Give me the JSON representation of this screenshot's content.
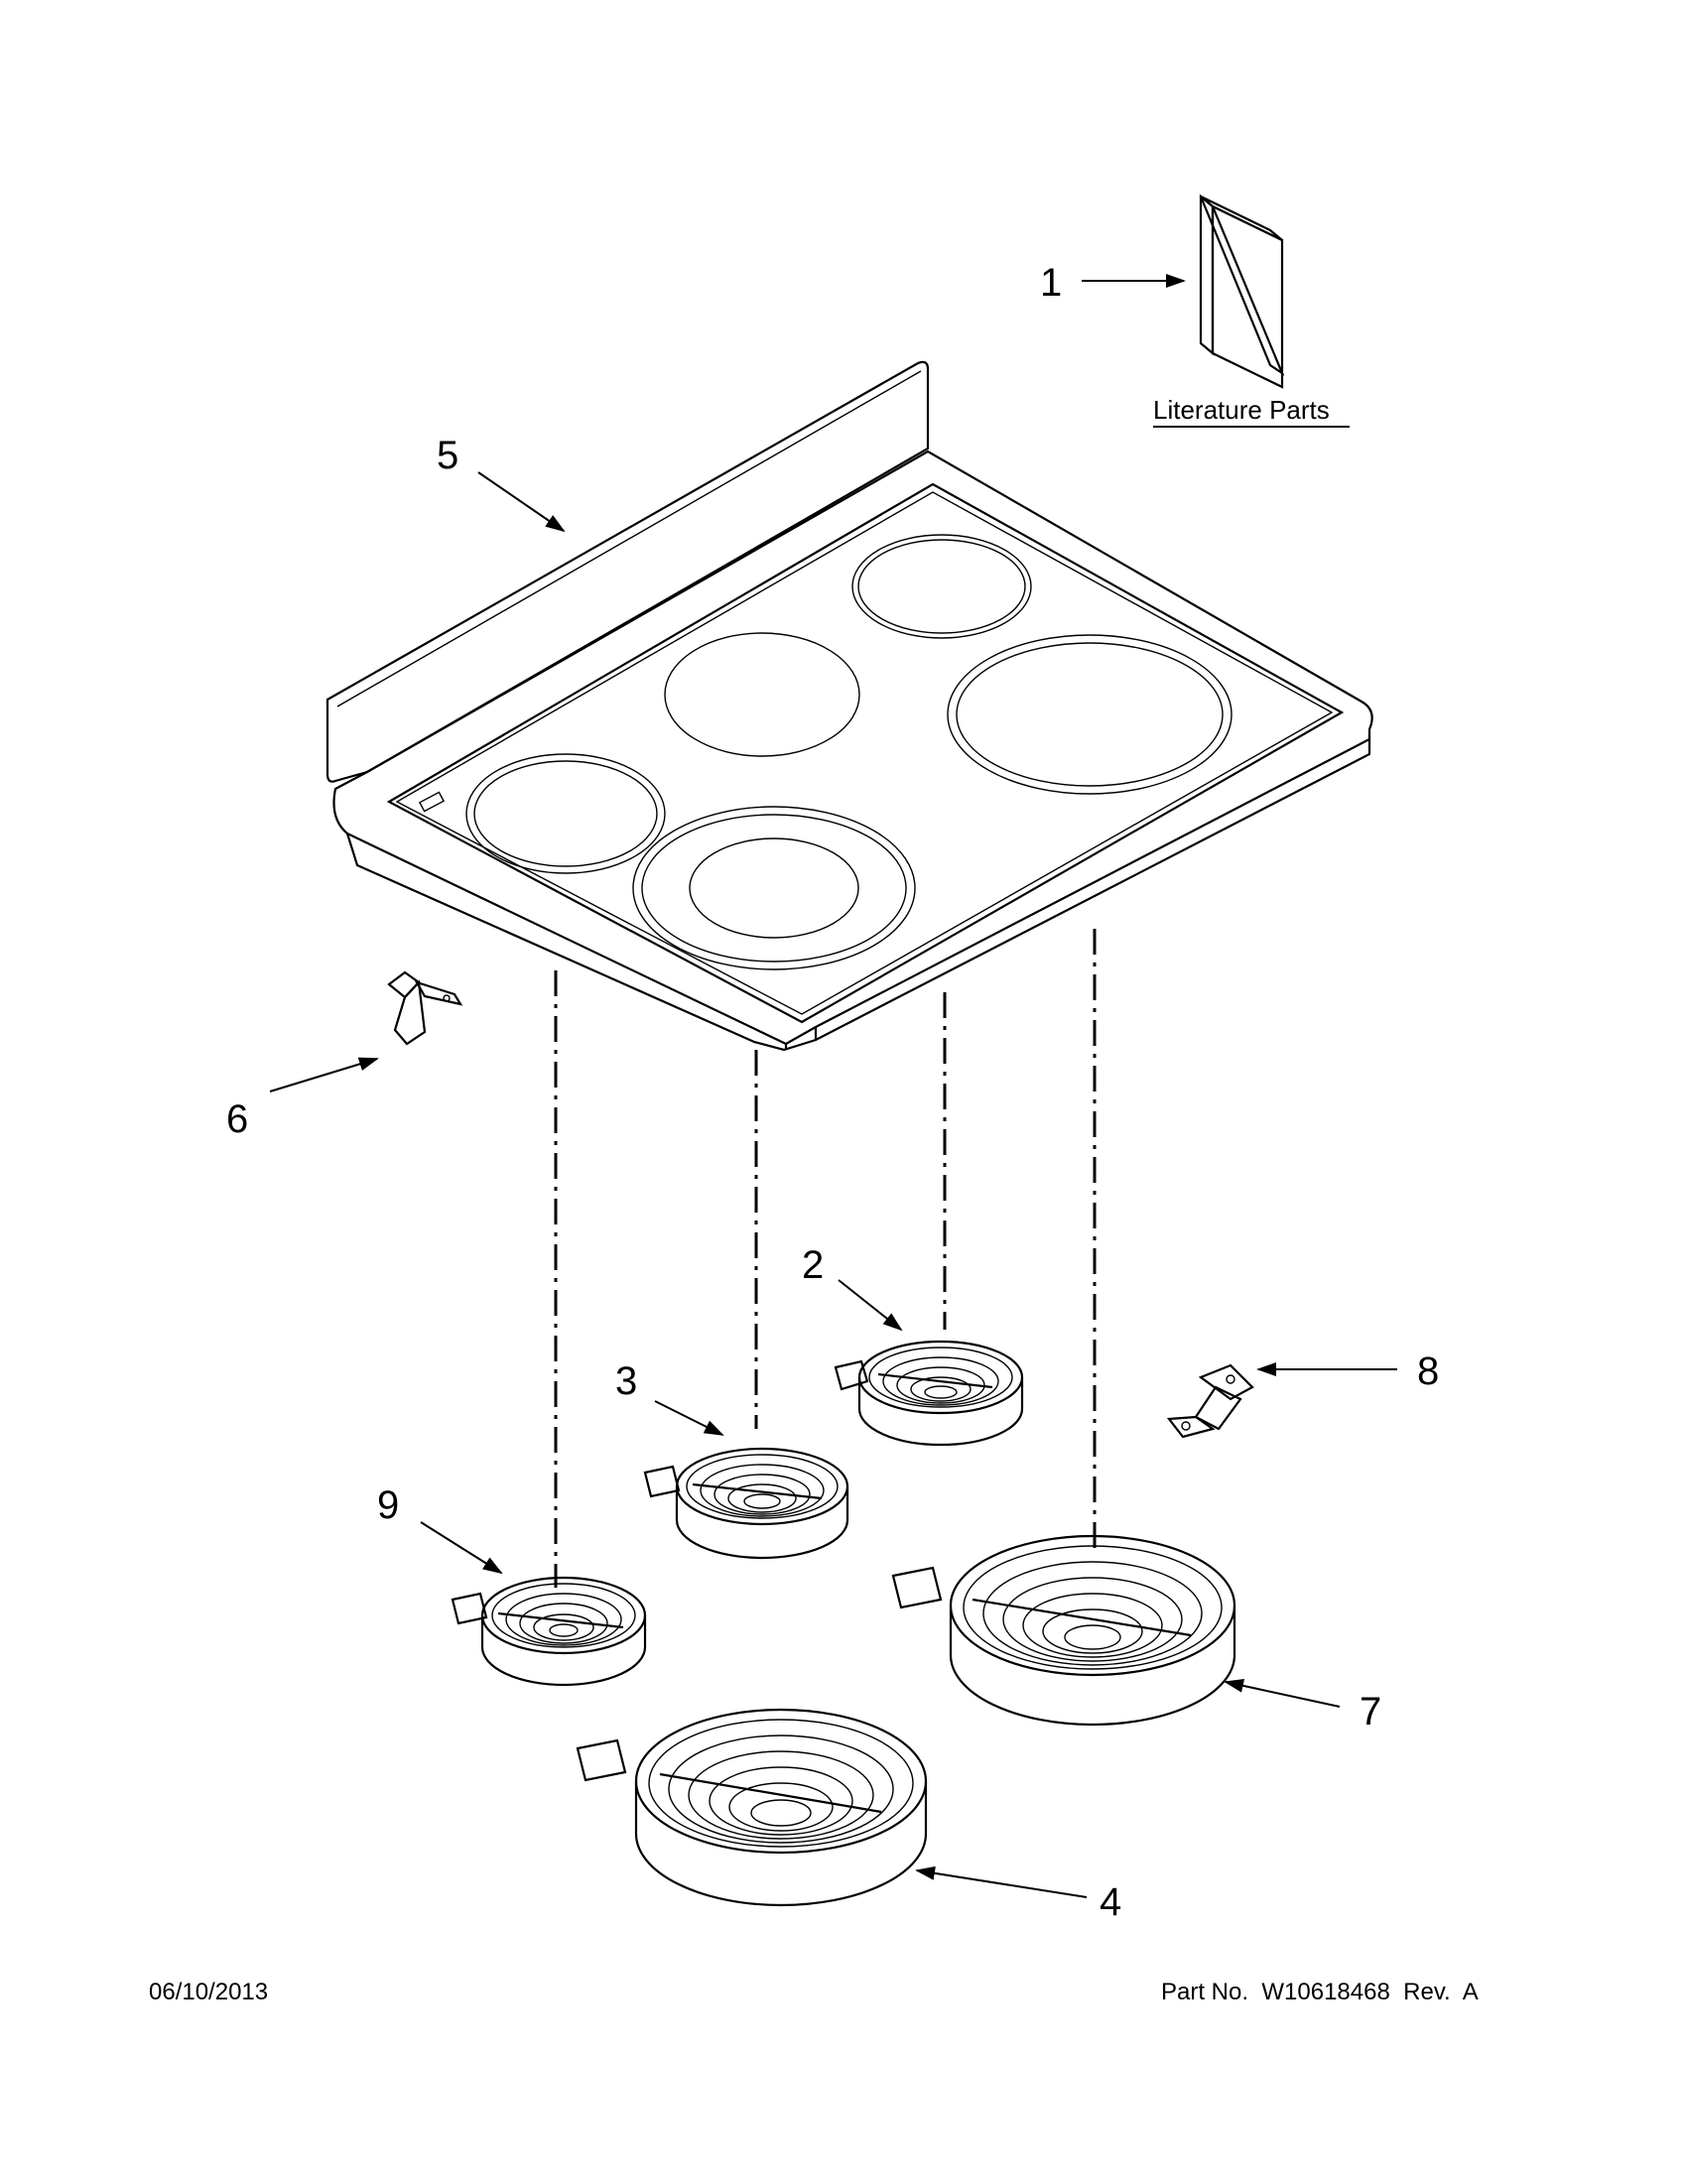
{
  "callouts": {
    "c1": "1",
    "c2": "2",
    "c3": "3",
    "c4": "4",
    "c5": "5",
    "c6": "6",
    "c7": "7",
    "c8": "8",
    "c9": "9"
  },
  "literature_label": "Literature Parts",
  "footer": {
    "date": "06/10/2013",
    "part_number": "Part No.  W10618468  Rev.  A"
  }
}
